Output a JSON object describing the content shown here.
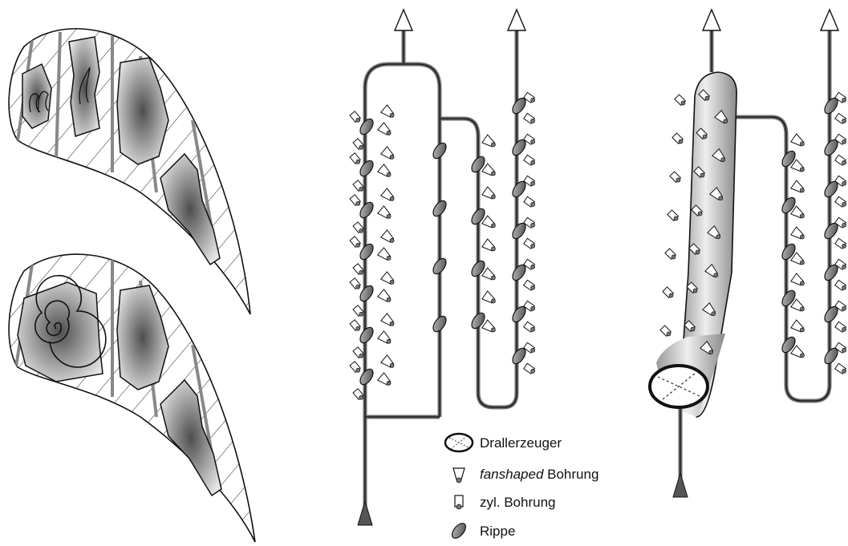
{
  "legend": {
    "items": [
      {
        "symbol": "swirl-generator",
        "label": "Drallerzeuger"
      },
      {
        "symbol": "fanshaped-hole",
        "label_italic": "fanshaped",
        "label": " Bohrung"
      },
      {
        "symbol": "cylindrical-hole",
        "label": "zyl. Bohrung"
      },
      {
        "symbol": "rib",
        "label": "Rippe"
      }
    ]
  },
  "colors": {
    "line": "#111111",
    "channel": "#6e6e6e",
    "shade_dark": "#5a5a5a",
    "shade_light": "#e6e6e6"
  }
}
